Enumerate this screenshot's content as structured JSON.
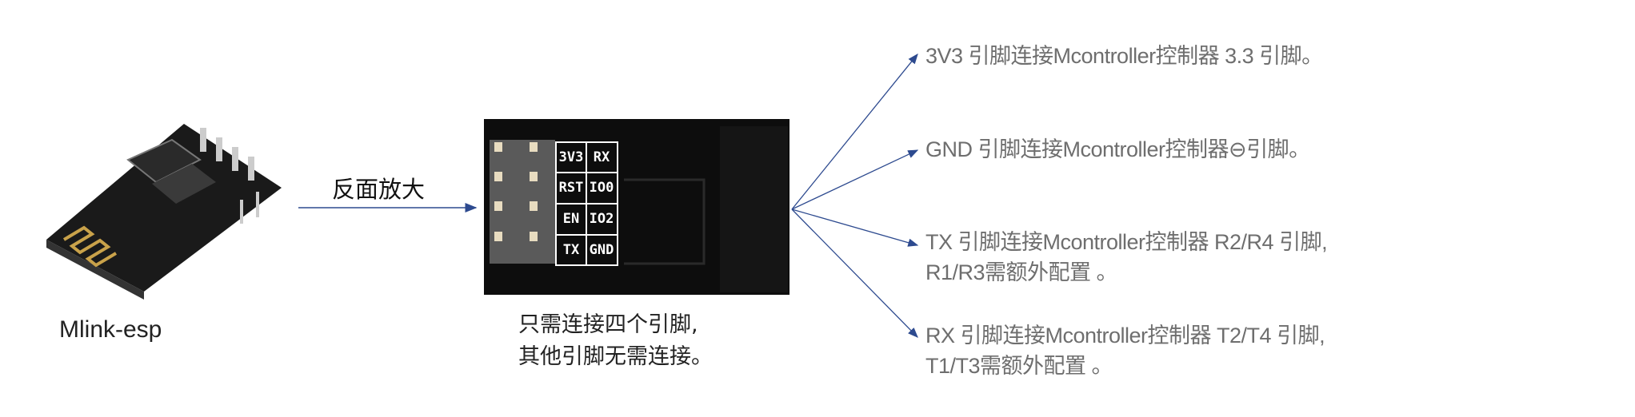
{
  "left_label": "Mlink-esp",
  "arrow_label": "反面放大",
  "board_pins": [
    "3V3",
    "RX",
    "RST",
    "IO0",
    "EN",
    "IO2",
    "TX",
    "GND"
  ],
  "center_caption": [
    "只需连接四个引脚,",
    "其他引脚无需连接。"
  ],
  "pin_notes": [
    {
      "lines": [
        "3V3 引脚连接Mcontroller控制器 3.3 引脚。"
      ]
    },
    {
      "lines": [
        "GND 引脚连接Mcontroller控制器⊖引脚。"
      ]
    },
    {
      "lines": [
        "TX 引脚连接Mcontroller控制器 R2/R4 引脚,",
        "R1/R3需额外配置 。"
      ]
    },
    {
      "lines": [
        "RX 引脚连接Mcontroller控制器 T2/T4 引脚,",
        "T1/T3需额外配置 。"
      ]
    }
  ],
  "colors": {
    "arrow": "#2d4a8f",
    "note_text": "#6e6e6e"
  }
}
